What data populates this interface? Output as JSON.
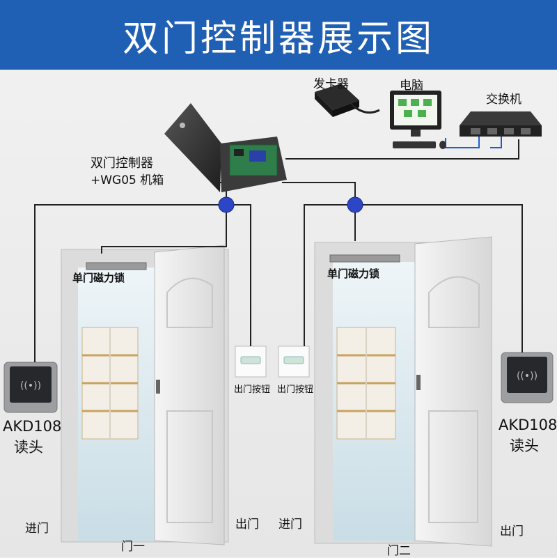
{
  "title": "双门控制器展示图",
  "devices": {
    "card_issuer": "发卡器",
    "computer": "电脑",
    "switch": "交换机",
    "controller_line1": "双门控制器",
    "controller_line2": "+WG05 机箱"
  },
  "door1": {
    "lock_label": "单门磁力锁",
    "reader_model": "AKD108",
    "reader_label": "读头",
    "exit_button": "出门按钮",
    "enter": "进门",
    "exit": "出门",
    "name": "门一"
  },
  "door2": {
    "lock_label": "单门磁力锁",
    "reader_model": "AKD108",
    "reader_label": "读头",
    "exit_button": "出门按钮",
    "enter": "进门",
    "exit": "出门",
    "name": "门二"
  },
  "colors": {
    "header": "#1f5fb4",
    "node": "#2d46c8",
    "wire": "#222222",
    "network": "#1a5fd0"
  }
}
